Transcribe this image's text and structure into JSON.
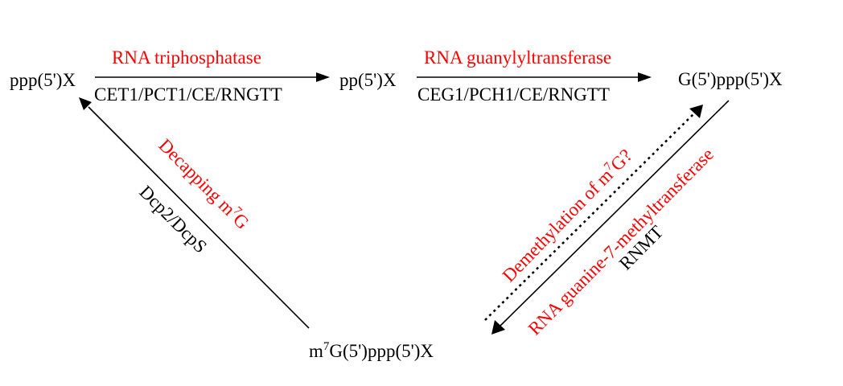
{
  "nodes": {
    "ppp": "ppp(5')X",
    "pp": "pp(5')X",
    "gppp": "G(5')ppp(5')X",
    "m7g_base": "m",
    "m7g_sup": "7",
    "m7g_rest": "G(5')ppp(5')X"
  },
  "edges": {
    "triphosphatase": {
      "enzyme": "RNA triphosphatase",
      "genes": "CET1/PCT1/CE/RNGTT"
    },
    "guanylyltransferase": {
      "enzyme": "RNA guanylyltransferase",
      "genes": "CEG1/PCH1/CE/RNGTT"
    },
    "methyltransferase": {
      "enzyme": "RNA guanine-7-methyltransferase",
      "genes": "RNMT"
    },
    "demethylation": {
      "base": "Demethylation of m",
      "sup": "7",
      "rest": "G?"
    },
    "decapping": {
      "base": "Decapping m",
      "sup": "7",
      "rest": "G",
      "genes": "Dcp2/DcpS"
    }
  },
  "colors": {
    "enzyme": "#ff0000",
    "text": "#000000"
  }
}
